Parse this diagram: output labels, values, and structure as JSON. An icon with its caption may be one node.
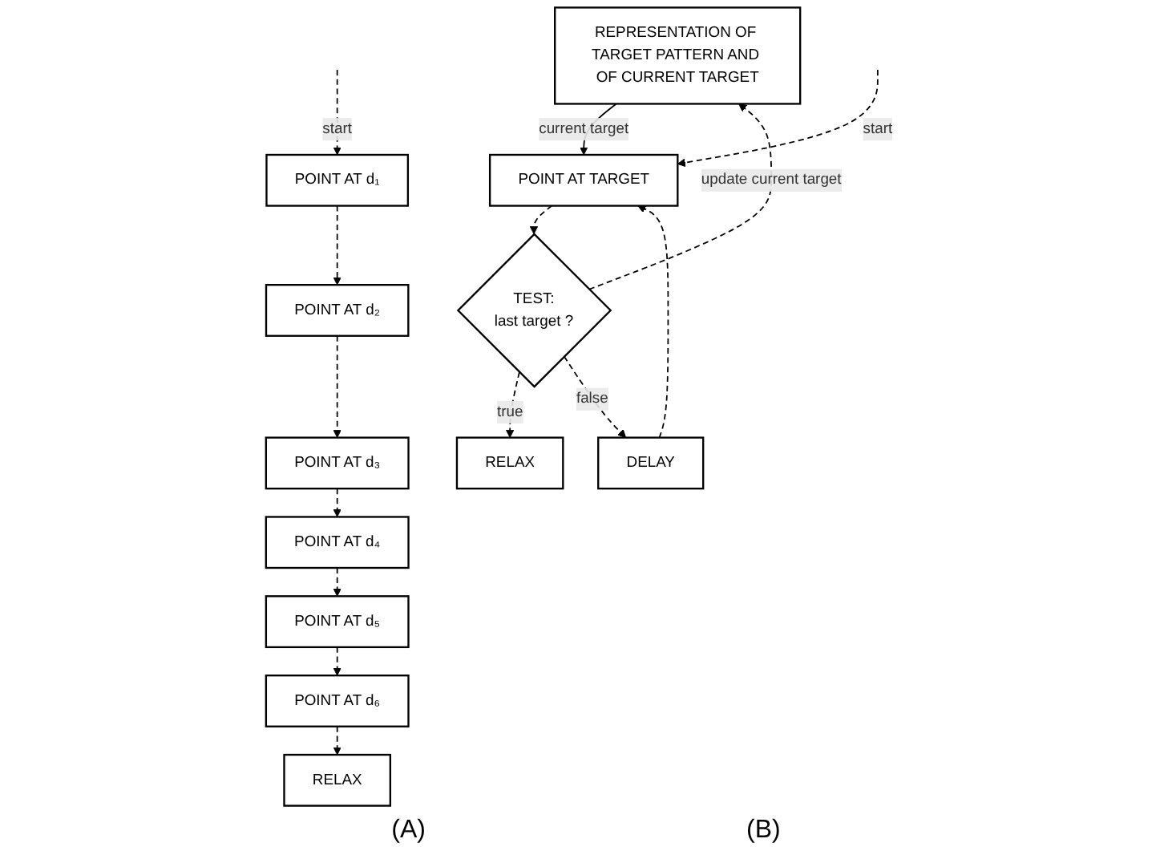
{
  "diagram": {
    "nodes": [
      {
        "text": [
          "POINT AT d₁"
        ]
      },
      {
        "text": [
          "POINT AT d₂"
        ]
      },
      {
        "text": [
          "POINT AT d₃"
        ]
      },
      {
        "text": [
          "POINT AT d₄"
        ]
      },
      {
        "text": [
          "POINT AT d₅"
        ]
      },
      {
        "text": [
          "POINT AT d₆"
        ]
      },
      {
        "text": [
          "RELAX"
        ]
      },
      {
        "text": [
          "REPRESENTATION OF TARGET PATTERN AND OF CURRENT TARGET"
        ]
      },
      {
        "text": [
          "DELAY"
        ]
      },
      {
        "text": [
          "POINT AT TARGET"
        ]
      },
      {
        "text": [
          "TEST:",
          "last target ?"
        ]
      },
      {
        "text": [
          "RELAX"
        ]
      }
    ],
    "edges": [
      {
        "from": null,
        "to": 0,
        "arrow": "to",
        "label": "start",
        "style": "dashed"
      },
      {
        "from": 0,
        "to": 1,
        "arrow": "to",
        "style": "dashed"
      },
      {
        "from": 1,
        "to": 2,
        "arrow": "to",
        "style": "dashed"
      },
      {
        "from": 2,
        "to": 3,
        "arrow": "to",
        "style": "dashed"
      },
      {
        "from": 3,
        "to": 4,
        "arrow": "to",
        "style": "dashed"
      },
      {
        "from": 4,
        "to": 5,
        "arrow": "to",
        "style": "dashed"
      },
      {
        "from": 5,
        "to": 6,
        "arrow": "to",
        "style": "dashed"
      },
      {
        "from": 7,
        "to": 9,
        "arrow": "to",
        "label": "current target"
      },
      {
        "from": 8,
        "to": 9,
        "arrow": "to",
        "style": "dashed"
      },
      {
        "from": null,
        "to": 9,
        "arrow": "to",
        "label": "start",
        "style": "dashed"
      },
      {
        "from": 9,
        "to": 10,
        "arrow": "to",
        "style": "dashed"
      },
      {
        "from": 10,
        "to": 11,
        "arrow": "to",
        "label": "true",
        "style": "dashed"
      },
      {
        "from": 10,
        "to": 8,
        "arrow": "to",
        "label": "false",
        "style": "dashed"
      },
      {
        "from": 10,
        "to": 7,
        "arrow": "to",
        "label": "update current target",
        "style": "dashed"
      }
    ],
    "labels": [
      "(A)",
      "(B)"
    ]
  }
}
